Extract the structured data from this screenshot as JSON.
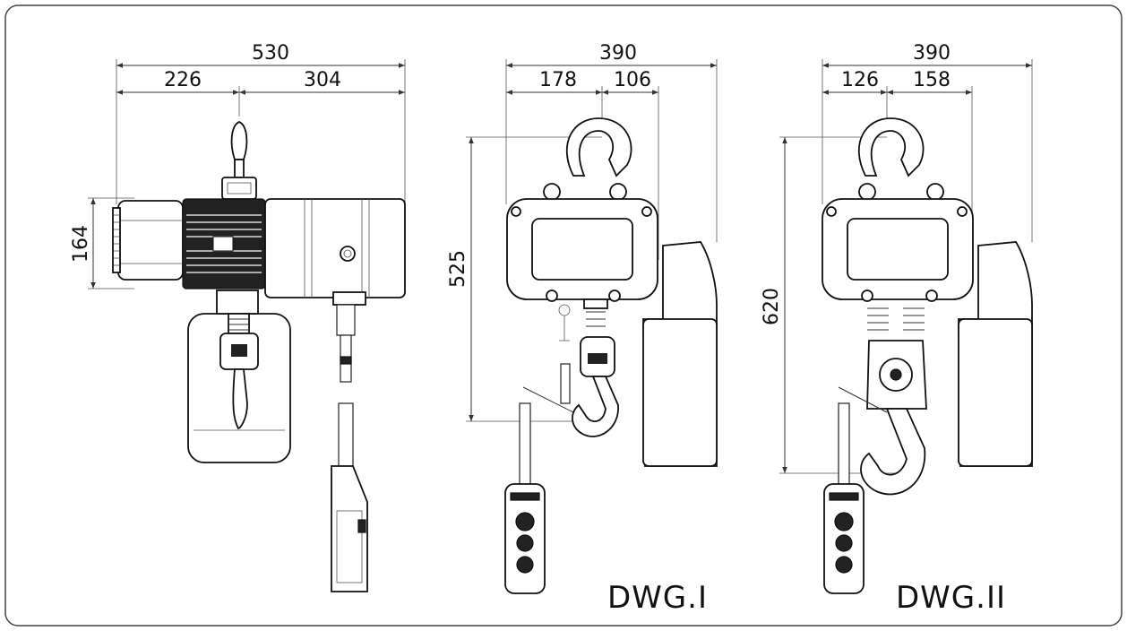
{
  "drawings": [
    {
      "label": "",
      "dims": {
        "overall_width": "530",
        "left_part": "226",
        "right_part": "304",
        "height": "164"
      }
    },
    {
      "label": "DWG.I",
      "dims": {
        "overall_width": "390",
        "left_part": "178",
        "right_part": "106",
        "height": "525"
      }
    },
    {
      "label": "DWG.II",
      "dims": {
        "overall_width": "390",
        "left_part": "126",
        "right_part": "158",
        "height": "620"
      }
    }
  ],
  "colors": {
    "line": "#111111",
    "background": "#ffffff",
    "frame": "#444444"
  }
}
